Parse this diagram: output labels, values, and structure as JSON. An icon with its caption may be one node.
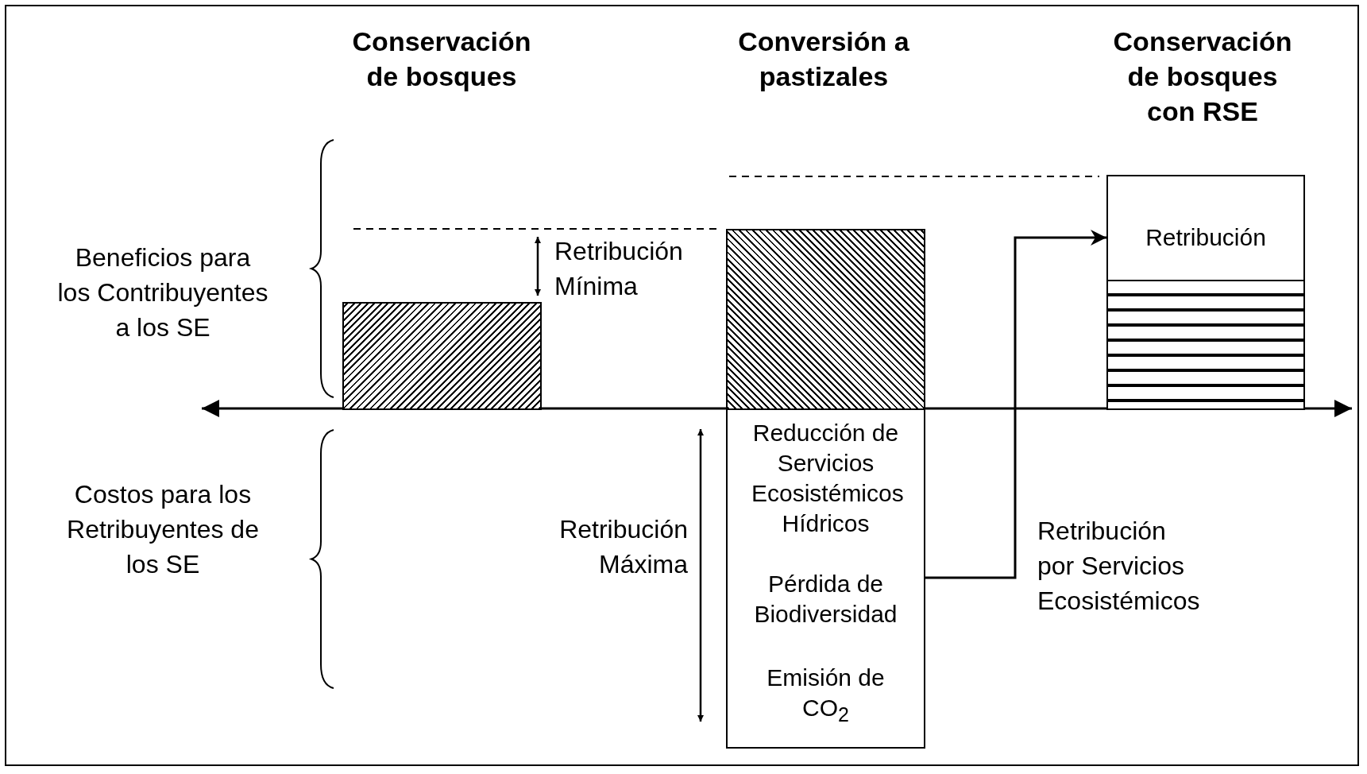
{
  "diagram": {
    "nodes": [
      {
        "text": [],
        "shape": "bar"
      },
      {
        "text": [],
        "shape": "bar"
      },
      {
        "text": [
          "Reducción de Servicios Ecosistémicos Hídricos",
          "Pérdida de Biodiversidad",
          "Emisión de CO$_{2}$"
        ]
      },
      {
        "text": [
          "Retribución"
        ]
      }
    ],
    "edges": [
      {
        "from": 2,
        "to": 3,
        "arrow": "to"
      }
    ],
    "labels": [
      "Conservación de bosques",
      "Conversión a pastizales",
      "Conservación de bosques con RSE",
      "Beneficios para los Contribuyentes a los SE",
      "Retribución Mínima",
      "Costos para los Retribuyentes de los SE",
      "Retribución Máxima",
      "Retribución por Servicios Ecosistémicos"
    ]
  }
}
